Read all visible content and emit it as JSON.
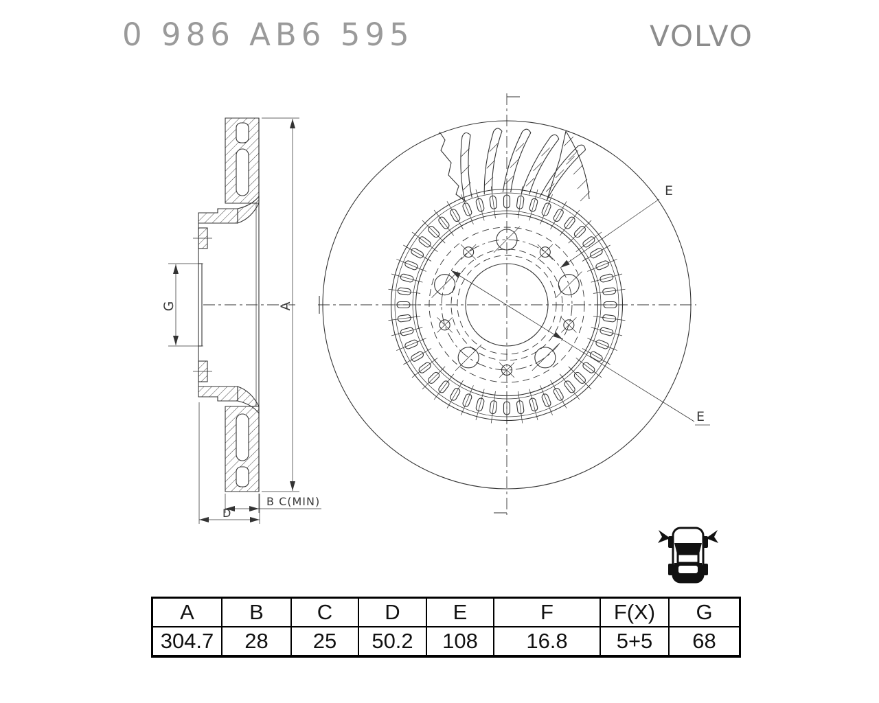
{
  "header": {
    "part_number": "0 986 AB6 595",
    "brand": "VOLVO"
  },
  "drawing_labels": {
    "a": "A",
    "g": "G",
    "d": "D",
    "b_c_min": "B C(MIN)",
    "e_upper": "E",
    "e_lower": "E"
  },
  "table": {
    "headers": [
      "A",
      "B",
      "C",
      "D",
      "E",
      "F",
      "F(X)",
      "G"
    ],
    "values": [
      "304.7",
      "28",
      "25",
      "50.2",
      "108",
      "16.8",
      "5+5",
      "68"
    ]
  },
  "icons": {
    "car": "car-top-view-front-axle-arrows-icon"
  },
  "colors": {
    "line": "#333333",
    "muted_header": "#9a9a9a",
    "table_border": "#000000",
    "icon": "#111111"
  }
}
